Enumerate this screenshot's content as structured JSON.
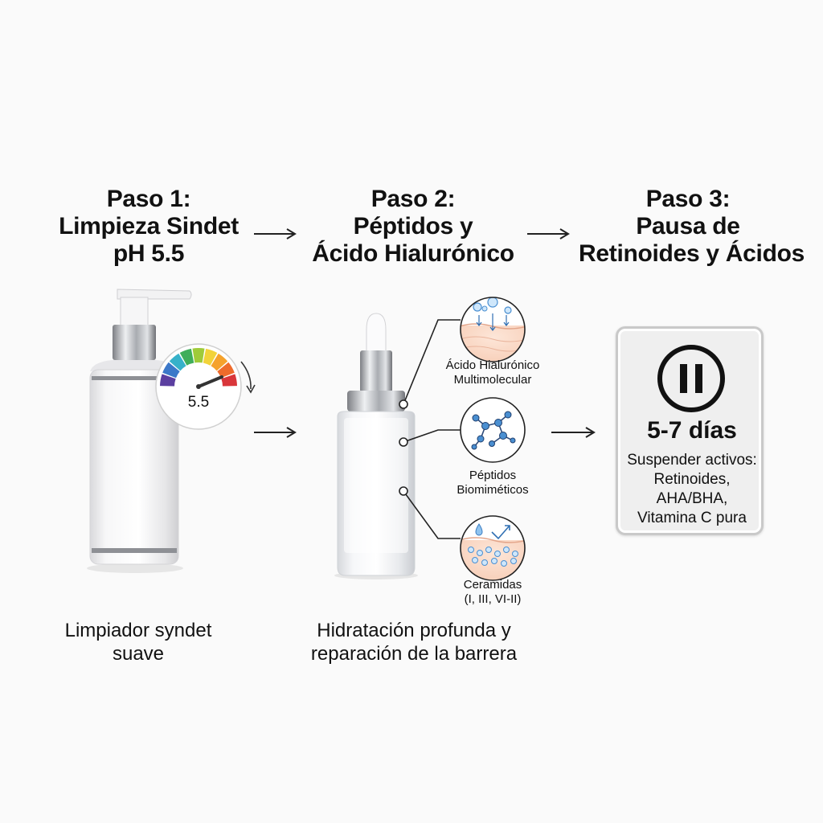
{
  "steps": [
    {
      "title_lines": [
        "Paso 1:",
        "Limpieza Sindet",
        "pH 5.5"
      ],
      "caption_lines": [
        "Limpiador syndet",
        "suave"
      ],
      "product_icon": "pump-bottle-icon",
      "gauge": {
        "value": "5.5",
        "icon": "ph-gauge-icon"
      }
    },
    {
      "title_lines": [
        "Paso 2:",
        "Péptidos y",
        "Ácido Hialurónico"
      ],
      "caption_lines": [
        "Hidratación profunda y",
        "reparación de la barrera"
      ],
      "product_icon": "dropper-bottle-icon",
      "ingredients": [
        {
          "label_lines": [
            "Ácido Hialurónico",
            "Multimolecular"
          ],
          "icon": "skin-hydration-icon"
        },
        {
          "label_lines": [
            "Péptidos",
            "Biomiméticos"
          ],
          "icon": "molecule-icon"
        },
        {
          "label_lines": [
            "Ceramidas",
            "(I, III, VI-II)"
          ],
          "icon": "skin-barrier-icon"
        }
      ]
    },
    {
      "title_lines": [
        "Paso 3:",
        "Pausa de",
        "Retinoides y Ácidos"
      ],
      "pause_card": {
        "icon": "pause-icon",
        "duration": "5-7 días",
        "lines": [
          "Suspender activos:",
          "Retinoides,",
          "AHA/BHA,",
          "Vitamina C pura"
        ]
      }
    }
  ],
  "colors": {
    "ph_scale": [
      "#5b3fa0",
      "#3b78c9",
      "#36b1c9",
      "#3fae5a",
      "#9fcb3a",
      "#f2d33a",
      "#f5a22c",
      "#ee6b2b",
      "#d9363a"
    ],
    "arrow": "#222222"
  }
}
